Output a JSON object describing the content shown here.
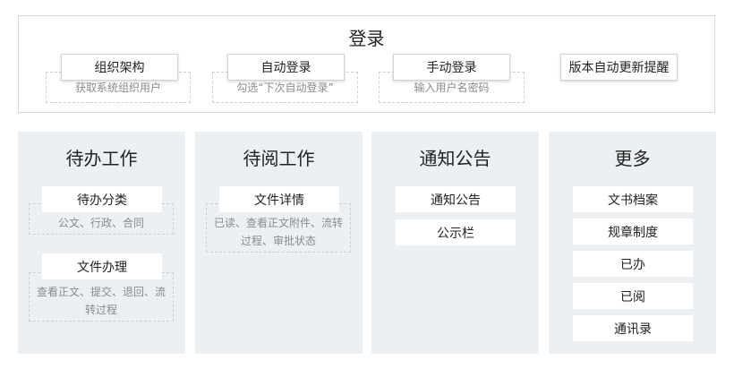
{
  "login": {
    "title": "登录",
    "items": [
      {
        "label": "组织架构",
        "desc": "获取系统组织用户"
      },
      {
        "label": "自动登录",
        "desc": "勾选“下次自动登录”"
      },
      {
        "label": "手动登录",
        "desc": "输入用户名密码"
      },
      {
        "label": "版本自动更新提醒"
      }
    ]
  },
  "modules": [
    {
      "title": "待办工作",
      "items": [
        {
          "label": "待办分类",
          "desc": "公文、行政、合同"
        },
        {
          "label": "文件办理",
          "desc": "查看正文、提交、退回、流转过程"
        }
      ]
    },
    {
      "title": "待阅工作",
      "items": [
        {
          "label": "文件详情",
          "desc": "已读、查看正文附件、流转过程、审批状态"
        }
      ]
    },
    {
      "title": "通知公告",
      "items": [
        {
          "label": "通知公告"
        },
        {
          "label": "公示栏"
        }
      ]
    },
    {
      "title": "更多",
      "items": [
        {
          "label": "文书档案"
        },
        {
          "label": "规章制度"
        },
        {
          "label": "已办"
        },
        {
          "label": "已阅"
        },
        {
          "label": "通讯录"
        }
      ]
    }
  ]
}
